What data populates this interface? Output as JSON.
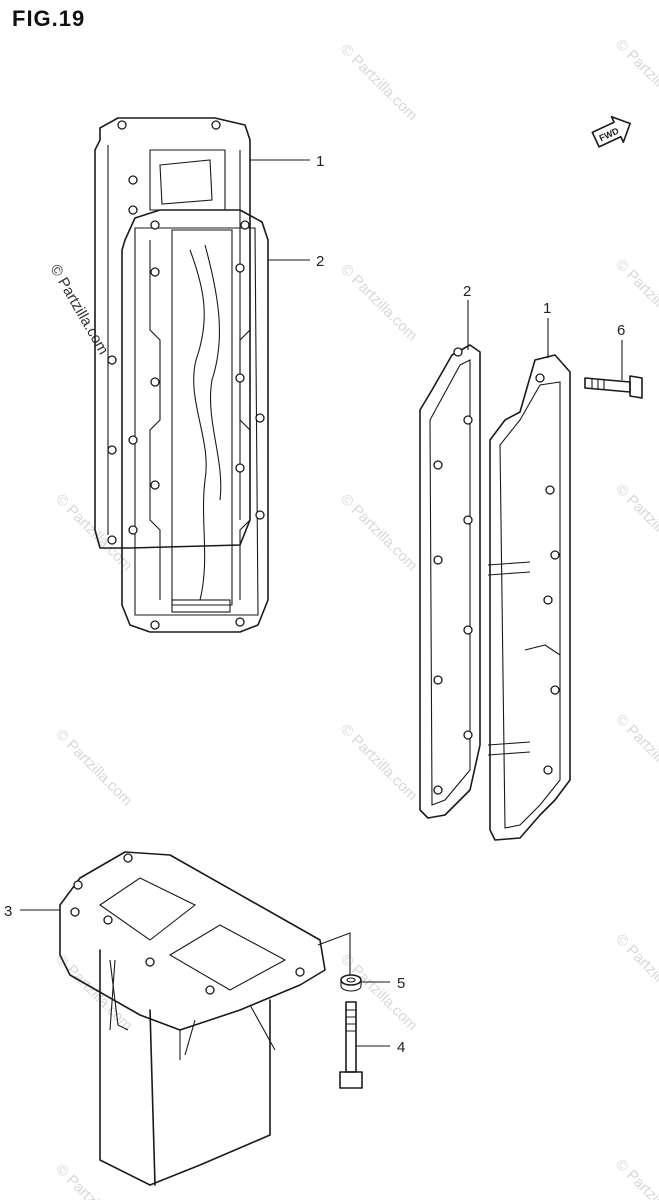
{
  "figure": {
    "title": "FIG.19"
  },
  "watermark": {
    "text": "© Partzilla.com"
  },
  "direction_arrow": {
    "label": "FWD"
  },
  "callouts": {
    "gasket_top": "1",
    "plate_top": "2",
    "plate_side": "2",
    "gasket_side": "1",
    "bolt_side": "6",
    "exhaust_tube": "3",
    "washer": "5",
    "bolt_bottom": "4"
  }
}
